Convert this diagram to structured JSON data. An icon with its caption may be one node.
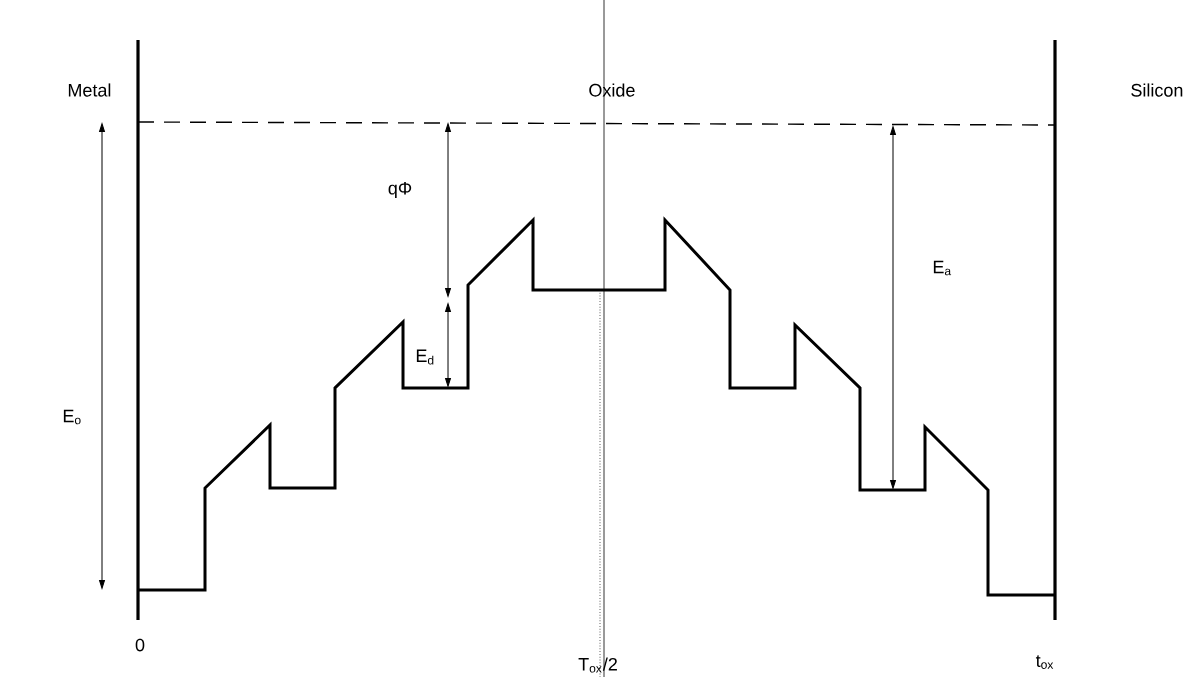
{
  "diagram": {
    "labels": [
      "Metal",
      "Oxide",
      "Silicon",
      "qΦ",
      "E$_{a}$",
      "E$_{o}$",
      "E$_{d}$",
      "0",
      "T$_{ox}$/2",
      "t$_{ox}$"
    ]
  }
}
